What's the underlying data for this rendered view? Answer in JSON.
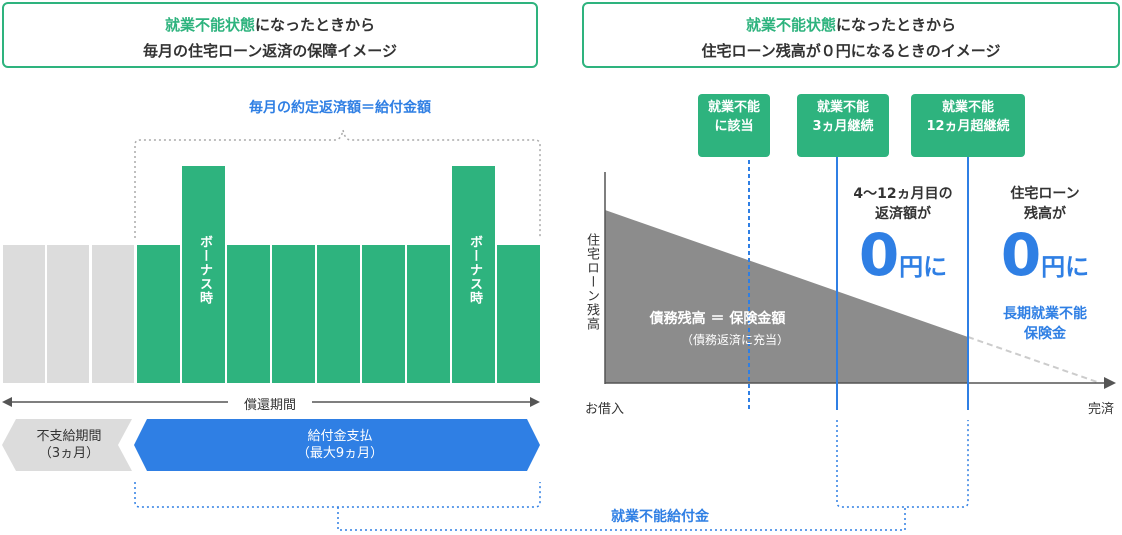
{
  "left": {
    "title_highlight": "就業不能状態",
    "title_rest": "になったときから",
    "title_line2": "毎月の住宅ローン返済の保障イメージ",
    "brace_label": "毎月の約定返済額＝給付金額",
    "bonus_label": "ボーナス時",
    "period_label": "償還期間",
    "nonpay": {
      "line1": "不支給期間",
      "line2": "（3ヵ月）"
    },
    "pay": {
      "line1": "給付金支払",
      "line2": "（最大9ヵ月）"
    }
  },
  "right": {
    "title_highlight": "就業不能状態",
    "title_rest": "になったときから",
    "title_line2": "住宅ローン残高が０円になるときのイメージ",
    "tags": [
      {
        "line1": "就業不能",
        "line2": "に該当"
      },
      {
        "line1": "就業不能",
        "line2": "3ヵ月継続"
      },
      {
        "line1": "就業不能",
        "line2": "12ヵ月超継続"
      }
    ],
    "y_axis_label": "住宅ローン残高",
    "x_start": "お借入",
    "x_end": "完済",
    "area_label": "債務残高 ＝ 保険金額",
    "area_sub": "（債務返済に充当）",
    "mid": {
      "line1": "4〜12ヵ月目の",
      "line2": "返済額が",
      "big": "0",
      "unit": "円に"
    },
    "end": {
      "line1": "住宅ローン",
      "line2": "残高が",
      "big": "0",
      "unit": "円に",
      "blue1": "長期就業不能",
      "blue2": "保険金"
    }
  },
  "bottom_label": "就業不能給付金",
  "colors": {
    "green": "#2eb37e",
    "blue": "#2f7fe4",
    "gray": "#dcdcdc",
    "dark_gray": "#8c8c8c"
  }
}
